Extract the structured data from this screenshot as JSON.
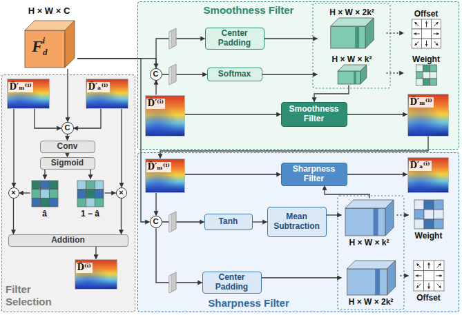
{
  "diagram": {
    "nodes": [
      {
        "text": [
          "Filter Selection"
        ]
      },
      {
        "text": [
          "Smoothness Filter"
        ]
      },
      {
        "text": [
          "Sharpness Filter"
        ]
      },
      {
        "text": [
          "H × W × C",
          "F",
          "d",
          "i"
        ]
      },
      {
        "text": [
          "D̂′ₘ⁽ⁱ⁾"
        ],
        "in": 0
      },
      {
        "text": [
          "D̂′ₐ⁽ⁱ⁾"
        ],
        "in": 0
      },
      {
        "text": [
          "C"
        ],
        "in": 0
      },
      {
        "text": [
          "Conv"
        ],
        "in": 0
      },
      {
        "text": [
          "Sigmoid"
        ],
        "in": 0
      },
      {
        "text": [
          "×"
        ],
        "in": 0
      },
      {
        "text": [
          "×"
        ],
        "in": 0
      },
      {
        "text": [
          "â"
        ],
        "in": 0
      },
      {
        "text": [
          "1 − â"
        ],
        "in": 0
      },
      {
        "text": [
          "Addition"
        ],
        "in": 0
      },
      {
        "text": [
          "D̂⁽ⁱ⁾"
        ],
        "in": 0
      },
      {
        "text": [
          "C"
        ],
        "in": 1
      },
      {
        "text": [
          "Center Padding"
        ],
        "in": 1
      },
      {
        "text": [
          "Softmax"
        ],
        "in": 1
      },
      {
        "text": [
          "H × W × 2k²"
        ],
        "in": 1
      },
      {
        "text": [
          "H × W × k²"
        ],
        "in": 1
      },
      {
        "text": [
          "Offset"
        ],
        "in": 1
      },
      {
        "text": [
          "Weight"
        ],
        "in": 1
      },
      {
        "text": [
          "D̂′⁽ⁱ⁾"
        ],
        "in": 1
      },
      {
        "text": [
          "Smoothness Filter"
        ],
        "in": 1
      },
      {
        "text": [
          "D̂′ₘ⁽ⁱ⁾"
        ],
        "in": 1
      },
      {
        "text": [
          "D̂′ₘ⁽ⁱ⁾"
        ],
        "in": 2
      },
      {
        "text": [
          "Sharpness Filter"
        ],
        "in": 2
      },
      {
        "text": [
          "D̂′ₐ⁽ⁱ⁾"
        ],
        "in": 2
      },
      {
        "text": [
          "C"
        ],
        "in": 2
      },
      {
        "text": [
          "Tanh"
        ],
        "in": 2
      },
      {
        "text": [
          "Mean Subtraction"
        ],
        "in": 2
      },
      {
        "text": [
          "H × W × k²"
        ],
        "in": 2
      },
      {
        "text": [
          "Weight"
        ],
        "in": 2
      },
      {
        "text": [
          "Center Padding"
        ],
        "in": 2
      },
      {
        "text": [
          "H × W × 2k²"
        ],
        "in": 2
      },
      {
        "text": [
          "Offset"
        ],
        "in": 2
      }
    ],
    "edges": [
      {
        "from": 3,
        "to": 6,
        "arrow": "to"
      },
      {
        "from": 3,
        "to": 15,
        "arrow": "to"
      },
      {
        "from": 3,
        "to": 28,
        "arrow": "to"
      },
      {
        "from": 22,
        "to": 15,
        "arrow": "to"
      },
      {
        "from": 15,
        "to": 16,
        "arrow": "to"
      },
      {
        "from": 15,
        "to": 17,
        "arrow": "to"
      },
      {
        "from": 16,
        "to": 18,
        "arrow": "to"
      },
      {
        "from": 17,
        "to": 19,
        "arrow": "to"
      },
      {
        "from": 18,
        "to": 20,
        "arrow": "to"
      },
      {
        "from": 19,
        "to": 21,
        "arrow": "to"
      },
      {
        "from": 22,
        "to": 23,
        "arrow": "to"
      },
      {
        "from": 19,
        "to": 23,
        "arrow": "to"
      },
      {
        "from": 23,
        "to": 24,
        "arrow": "to"
      },
      {
        "from": 24,
        "to": 25,
        "arrow": "to"
      },
      {
        "from": 25,
        "to": 26,
        "arrow": "to"
      },
      {
        "from": 26,
        "to": 27,
        "arrow": "to"
      },
      {
        "from": 25,
        "to": 28,
        "arrow": "to"
      },
      {
        "from": 28,
        "to": 29,
        "arrow": "to"
      },
      {
        "from": 29,
        "to": 30,
        "arrow": "to"
      },
      {
        "from": 30,
        "to": 31,
        "arrow": "to"
      },
      {
        "from": 31,
        "to": 26,
        "arrow": "to"
      },
      {
        "from": 31,
        "to": 32,
        "arrow": "to"
      },
      {
        "from": 28,
        "to": 33,
        "arrow": "to"
      },
      {
        "from": 33,
        "to": 34,
        "arrow": "to"
      },
      {
        "from": 34,
        "to": 35,
        "arrow": "to"
      },
      {
        "from": 4,
        "to": 6,
        "arrow": "to"
      },
      {
        "from": 5,
        "to": 6,
        "arrow": "to"
      },
      {
        "from": 6,
        "to": 7,
        "arrow": "to"
      },
      {
        "from": 7,
        "to": 8,
        "arrow": "to"
      },
      {
        "from": 8,
        "to": 11,
        "arrow": "to"
      },
      {
        "from": 8,
        "to": 12,
        "arrow": "to"
      },
      {
        "from": 4,
        "to": 9,
        "arrow": "to"
      },
      {
        "from": 5,
        "to": 10,
        "arrow": "to"
      },
      {
        "from": 11,
        "to": 9,
        "arrow": "to"
      },
      {
        "from": 12,
        "to": 10,
        "arrow": "to"
      },
      {
        "from": 9,
        "to": 13,
        "arrow": "to"
      },
      {
        "from": 10,
        "to": 13,
        "arrow": "to"
      },
      {
        "from": 13,
        "to": 14,
        "arrow": "to"
      }
    ]
  }
}
